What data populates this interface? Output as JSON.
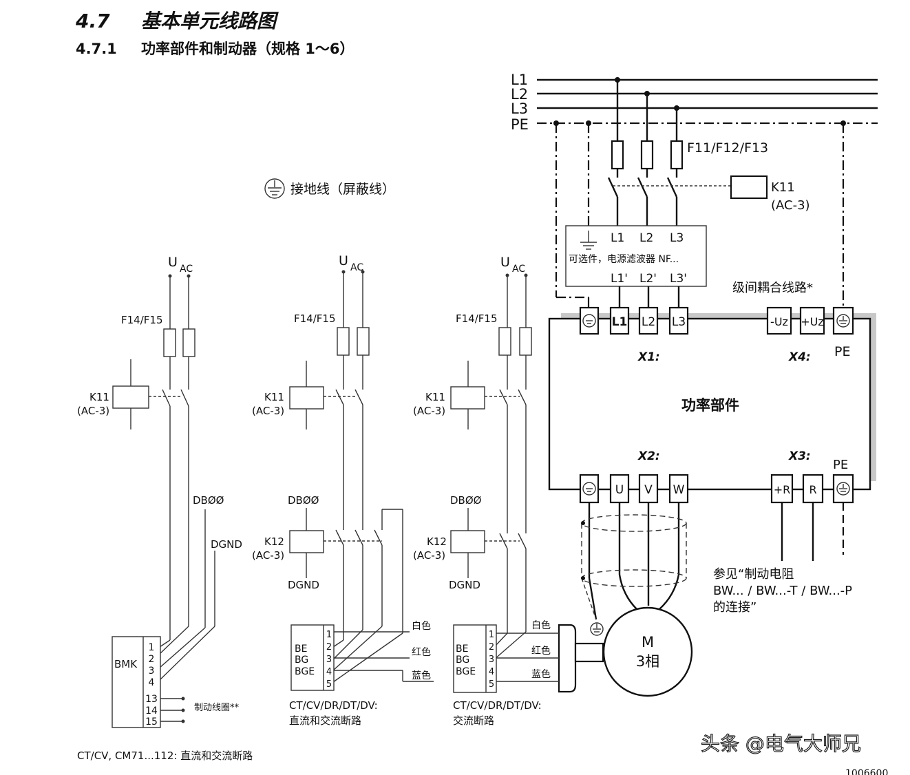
{
  "header": {
    "section_num": "4.7",
    "section_title": "基本单元线路图",
    "subsection_num": "4.7.1",
    "subsection_title": "功率部件和制动器（规格 1～6）"
  },
  "legend": {
    "shield_ground": "接地线（屏蔽线）"
  },
  "supply": {
    "l1": "L1",
    "l2": "L2",
    "l3": "L3",
    "pe": "PE"
  },
  "fuses_main": "F11/F12/F13",
  "contactor_main": {
    "name": "K11",
    "type": "(AC-3)"
  },
  "filter": {
    "t1": "L1",
    "t2": "L2",
    "t3": "L3",
    "label": "可选件，电源滤波器 NF...",
    "o1": "L1'",
    "o2": "L2'",
    "o3": "L3'"
  },
  "dc_link_note": "级间耦合线路*",
  "power_unit": {
    "title": "功率部件",
    "x1": "X1:",
    "x2": "X2:",
    "x3": "X3:",
    "x4": "X4:",
    "x1_terminals": [
      "L1",
      "L2",
      "L3"
    ],
    "x4_terminals": [
      "-Uz",
      "+Uz"
    ],
    "pe_top": "PE",
    "x2_terminals": [
      "U",
      "V",
      "W"
    ],
    "x3_terminals": [
      "+R",
      "R"
    ],
    "pe_bottom": "PE"
  },
  "brake_resistor_note": [
    "参见“制动电阻",
    "BW... / BW...-T / BW...-P",
    "的连接”"
  ],
  "motor": {
    "m": "M",
    "phase": "3相"
  },
  "circuits": {
    "uac": "U",
    "uac_sub": "AC",
    "fuse": "F14/F15",
    "k11": "K11",
    "k11_type": "(AC-3)",
    "k12": "K12",
    "k12_type": "(AC-3)",
    "db00": "DBØØ",
    "dgnd": "DGND",
    "c1_module": "BMK",
    "c1_terms": [
      "1",
      "2",
      "3",
      "4",
      "13",
      "14",
      "15"
    ],
    "brake_coil": "制动线圈**",
    "c1_caption": "CT/CV, CM71...112: 直流和交流断路",
    "brake_terms": [
      "BE",
      "BG",
      "BGE"
    ],
    "brake_pins": [
      "1",
      "2",
      "3",
      "4",
      "5"
    ],
    "wires": [
      "白色",
      "红色",
      "蓝色"
    ],
    "c2_caption": [
      "CT/CV/DR/DT/DV:",
      "直流和交流断路"
    ],
    "c3_caption": [
      "CT/CV/DR/DT/DV:",
      "交流断路"
    ]
  },
  "watermark": "头条 @电气大师兄",
  "corner_code": "1006600"
}
